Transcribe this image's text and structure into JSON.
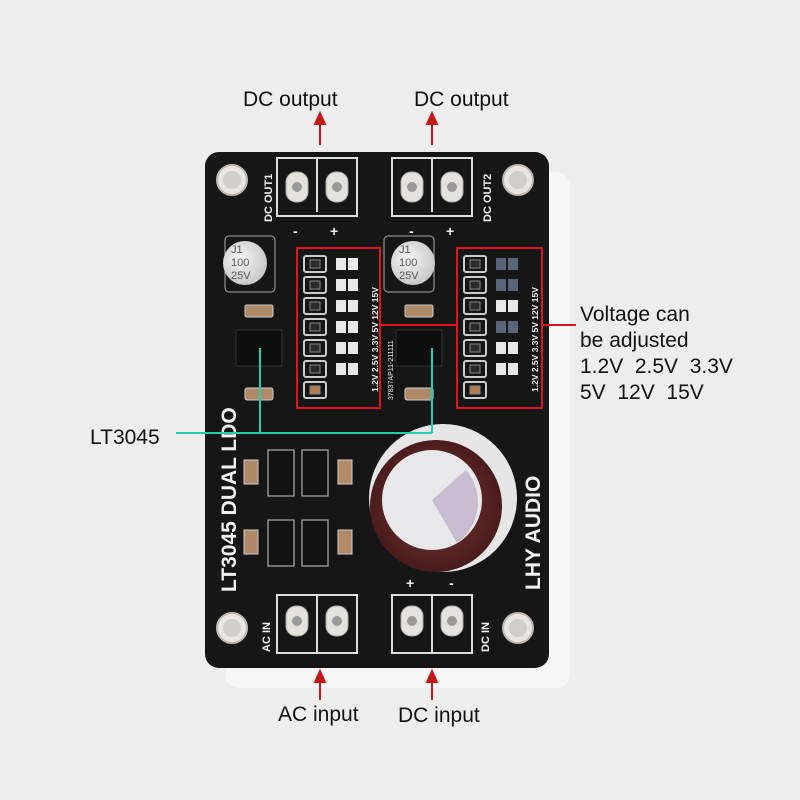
{
  "annotations": {
    "dc_output_1": "DC output",
    "dc_output_2": "DC output",
    "voltage_note": [
      "Voltage can",
      "be adjusted",
      "1.2V  2.5V  3.3V",
      "5V  12V  15V"
    ],
    "chip_label": "LT3045",
    "ac_input": "AC input",
    "dc_input": "DC input"
  },
  "board": {
    "title": "LT3045 DUAL LDO",
    "brand": "LHY AUDIO",
    "out1": "DC OUT1",
    "out2": "DC OUT2",
    "ac_in": "AC IN",
    "dc_in": "DC IN",
    "minus": "-",
    "plus": "+",
    "cap_marking": [
      "J1",
      "100",
      "25V"
    ],
    "voltage_labels": "1.2V 2.5V 3.3V 5V 12V 15V",
    "pcb_code": "37837AP11-211111"
  },
  "colors": {
    "annotation_red": "#e0141c",
    "leader_teal": "#1fcfb0",
    "pcb": "#161616"
  }
}
